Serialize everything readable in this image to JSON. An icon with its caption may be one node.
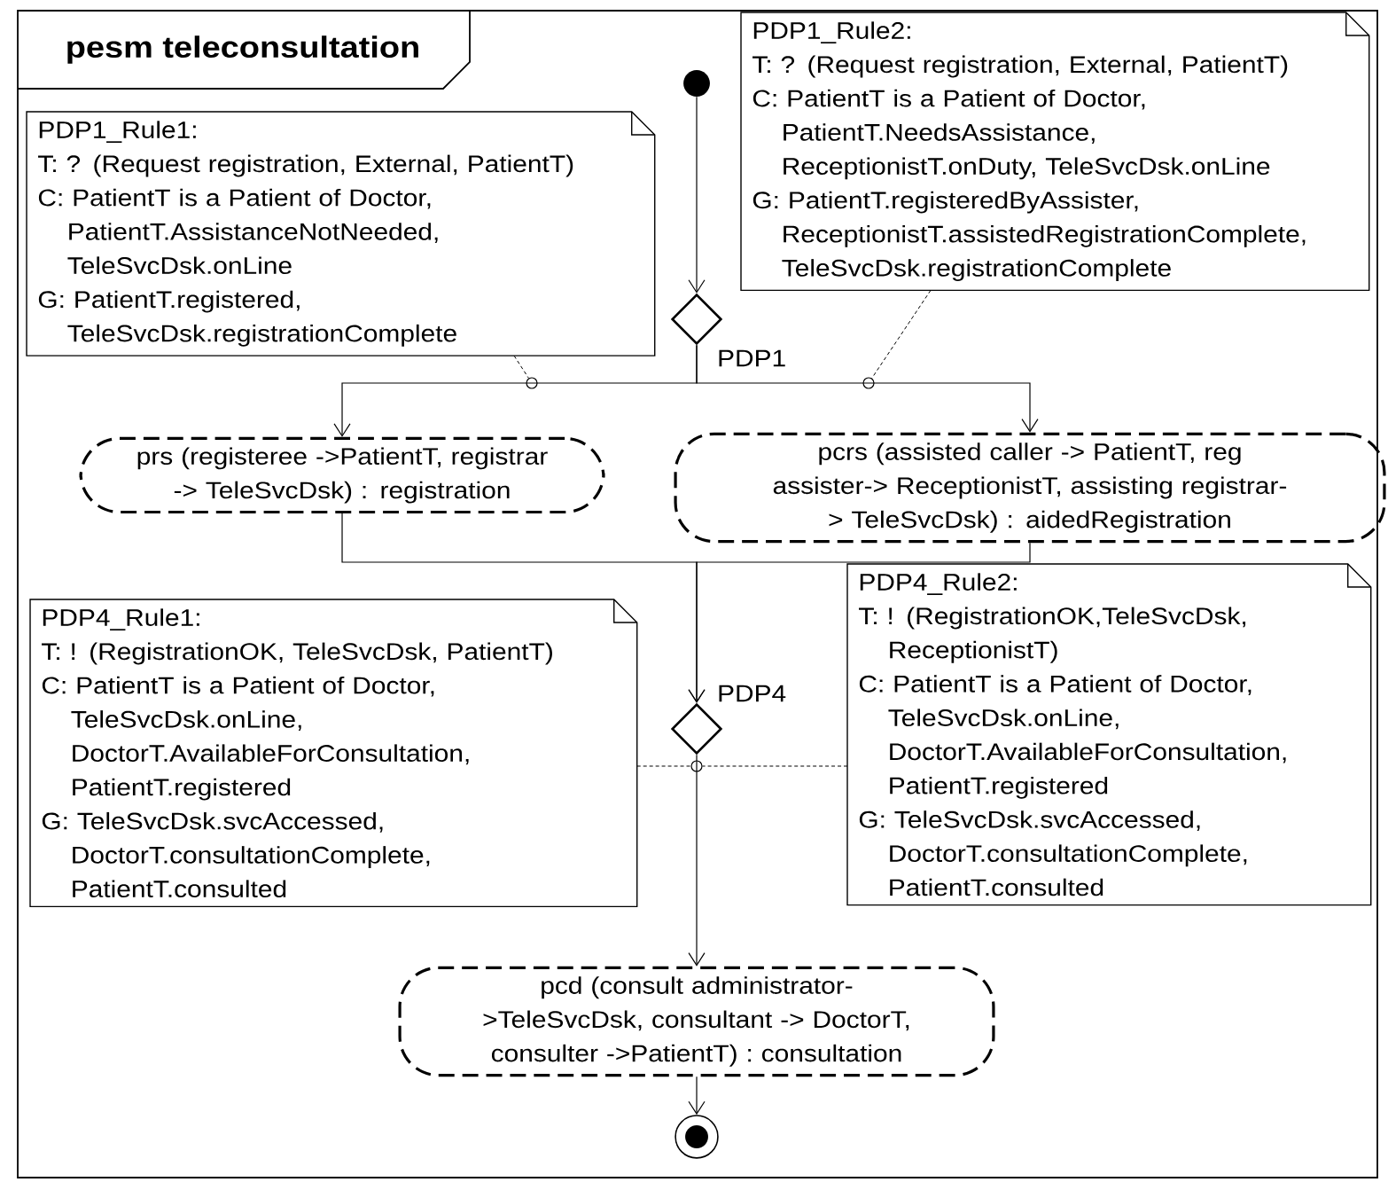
{
  "diagram": {
    "title": "pesm teleconsultation",
    "nodes": [
      {
        "text": [],
        "shape": "dot"
      },
      {
        "text": [],
        "shape": "diamond",
        "beside": [
          "PDP1"
        ]
      },
      {
        "text": [
          "PDP1_Rule1:",
          "T: ? (Request registration, External, PatientT)",
          "C: PatientT is a Patient of Doctor, PatientT.AssistanceNotNeeded, TeleSvcDsk.onLine",
          "G: PatientT.registered, TeleSvcDsk.registrationComplete"
        ]
      },
      {
        "text": [
          "PDP1_Rule2:",
          "T: ? (Request registration, External, PatientT)",
          "C: PatientT is a Patient of Doctor, PatientT.NeedsAssistance, ReceptionistT.onDuty, TeleSvcDsk.onLine",
          "G: PatientT.registeredByAssister, ReceptionistT.assistedRegistrationComplete, TeleSvcDsk.registrationComplete"
        ]
      },
      {
        "text": [
          "prs (registeree ->PatientT, registrar -> TeleSvcDsk) : registration"
        ]
      },
      {
        "text": [
          "pcrs (assisted caller -> PatientT, reg assister-> ReceptionistT, assisting registrar-> TeleSvcDsk) : aidedRegistration"
        ]
      },
      {
        "text": [],
        "shape": "diamond",
        "beside": [
          "PDP4"
        ]
      },
      {
        "text": [
          "PDP4_Rule1:",
          "T: ! (RegistrationOK, TeleSvcDsk, PatientT)",
          "C: PatientT is a Patient of Doctor, TeleSvcDsk.onLine, DoctorT.AvailableForConsultation, PatientT.registered",
          "G: TeleSvcDsk.svcAccessed, DoctorT.consultationComplete, PatientT.consulted"
        ]
      },
      {
        "text": [
          "PDP4_Rule2:",
          "T: ! (RegistrationOK,TeleSvcDsk, ReceptionistT)",
          "C: PatientT is a Patient of Doctor, TeleSvcDsk.onLine, DoctorT.AvailableForConsultation, PatientT.registered",
          "G: TeleSvcDsk.svcAccessed, DoctorT.consultationComplete, PatientT.consulted"
        ]
      },
      {
        "text": [
          "pcd (consult administrator->TeleSvcDsk, consultant -> DoctorT, consulter ->PatientT) : consultation"
        ]
      },
      {
        "text": [],
        "shape": "bullseye"
      },
      {
        "text": [],
        "shape": "circle"
      },
      {
        "text": [],
        "shape": "circle"
      },
      {
        "text": [],
        "shape": "circle"
      }
    ],
    "edges": [
      {
        "from": 0,
        "to": 1,
        "arrow": "to"
      },
      {
        "from": 1,
        "to": 4,
        "arrow": "to"
      },
      {
        "from": 1,
        "to": 5,
        "arrow": "to"
      },
      {
        "from": 4,
        "to": 6,
        "arrow": "to"
      },
      {
        "from": 5,
        "to": 6,
        "arrow": "to"
      },
      {
        "from": 6,
        "to": 9,
        "arrow": "to"
      },
      {
        "from": 9,
        "to": 10,
        "arrow": "to"
      },
      {
        "from": 2,
        "to": 11,
        "arrow": "none",
        "style": "dashed"
      },
      {
        "from": 3,
        "to": 12,
        "arrow": "none",
        "style": "dashed"
      },
      {
        "from": 7,
        "to": 13,
        "arrow": "none",
        "style": "dashed"
      },
      {
        "from": 8,
        "to": 13,
        "arrow": "none",
        "style": "dashed"
      }
    ]
  }
}
